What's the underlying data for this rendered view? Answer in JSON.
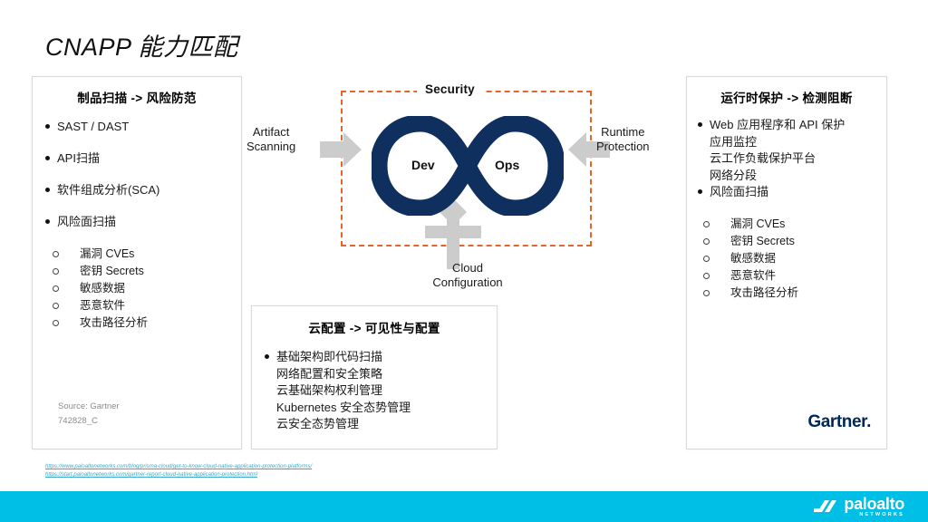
{
  "slide": {
    "title": "CNAPP 能力匹配"
  },
  "left_card": {
    "title": "制品扫描 -> 风险防范",
    "bullets": [
      {
        "lines": [
          "SAST / DAST"
        ]
      },
      {
        "lines": [
          "API扫描"
        ]
      },
      {
        "lines": [
          "软件组成分析(SCA)"
        ]
      },
      {
        "lines": [
          "风险面扫描"
        ]
      }
    ],
    "subitems": [
      "漏洞 CVEs",
      "密钥 Secrets",
      "敏感数据",
      "恶意软件",
      "攻击路径分析"
    ],
    "source_line1": "Source: Gartner",
    "source_line2": "742828_C"
  },
  "right_card": {
    "title": "运行时保护 -> 检测阻断",
    "bullets": [
      {
        "lines": [
          "Web 应用程序和 API 保护",
          "应用监控",
          "云工作负载保护平台",
          "网络分段"
        ]
      },
      {
        "lines": [
          "风险面扫描"
        ]
      }
    ],
    "subitems": [
      "漏洞 CVEs",
      "密钥 Secrets",
      "敏感数据",
      "恶意软件",
      "攻击路径分析"
    ],
    "logo_text": "Gartner",
    "logo_dot": "."
  },
  "bottom_card": {
    "title": "云配置 -> 可见性与配置",
    "bullets": [
      {
        "lines": [
          "基础架构即代码扫描",
          "网络配置和安全策略",
          "云基础架构权利管理",
          "Kubernetes 安全态势管理",
          "云安全态势管理"
        ]
      }
    ]
  },
  "diagram": {
    "security_label": "Security",
    "dev_label": "Dev",
    "ops_label": "Ops",
    "artifact_label_line1": "Artifact",
    "artifact_label_line2": "Scanning",
    "runtime_label_line1": "Runtime",
    "runtime_label_line2": "Protection",
    "cloud_label_line1": "Cloud",
    "cloud_label_line2": "Configuration",
    "colors": {
      "infinity": "#0f2f5e",
      "dashed_border": "#e8632a",
      "arrow": "#cccccc"
    }
  },
  "links": {
    "url1": "https://www.paloaltonetworks.com/blog/prisma-cloud/get-to-know-cloud-native-application-protection-platforms/",
    "url2": "https://start.paloaltonetworks.com/gartner-report-cloud-native-application-protection.html"
  },
  "footer": {
    "brand_name": "paloalto",
    "brand_sub": "NETWORKS",
    "bar_color": "#00bfe7"
  }
}
